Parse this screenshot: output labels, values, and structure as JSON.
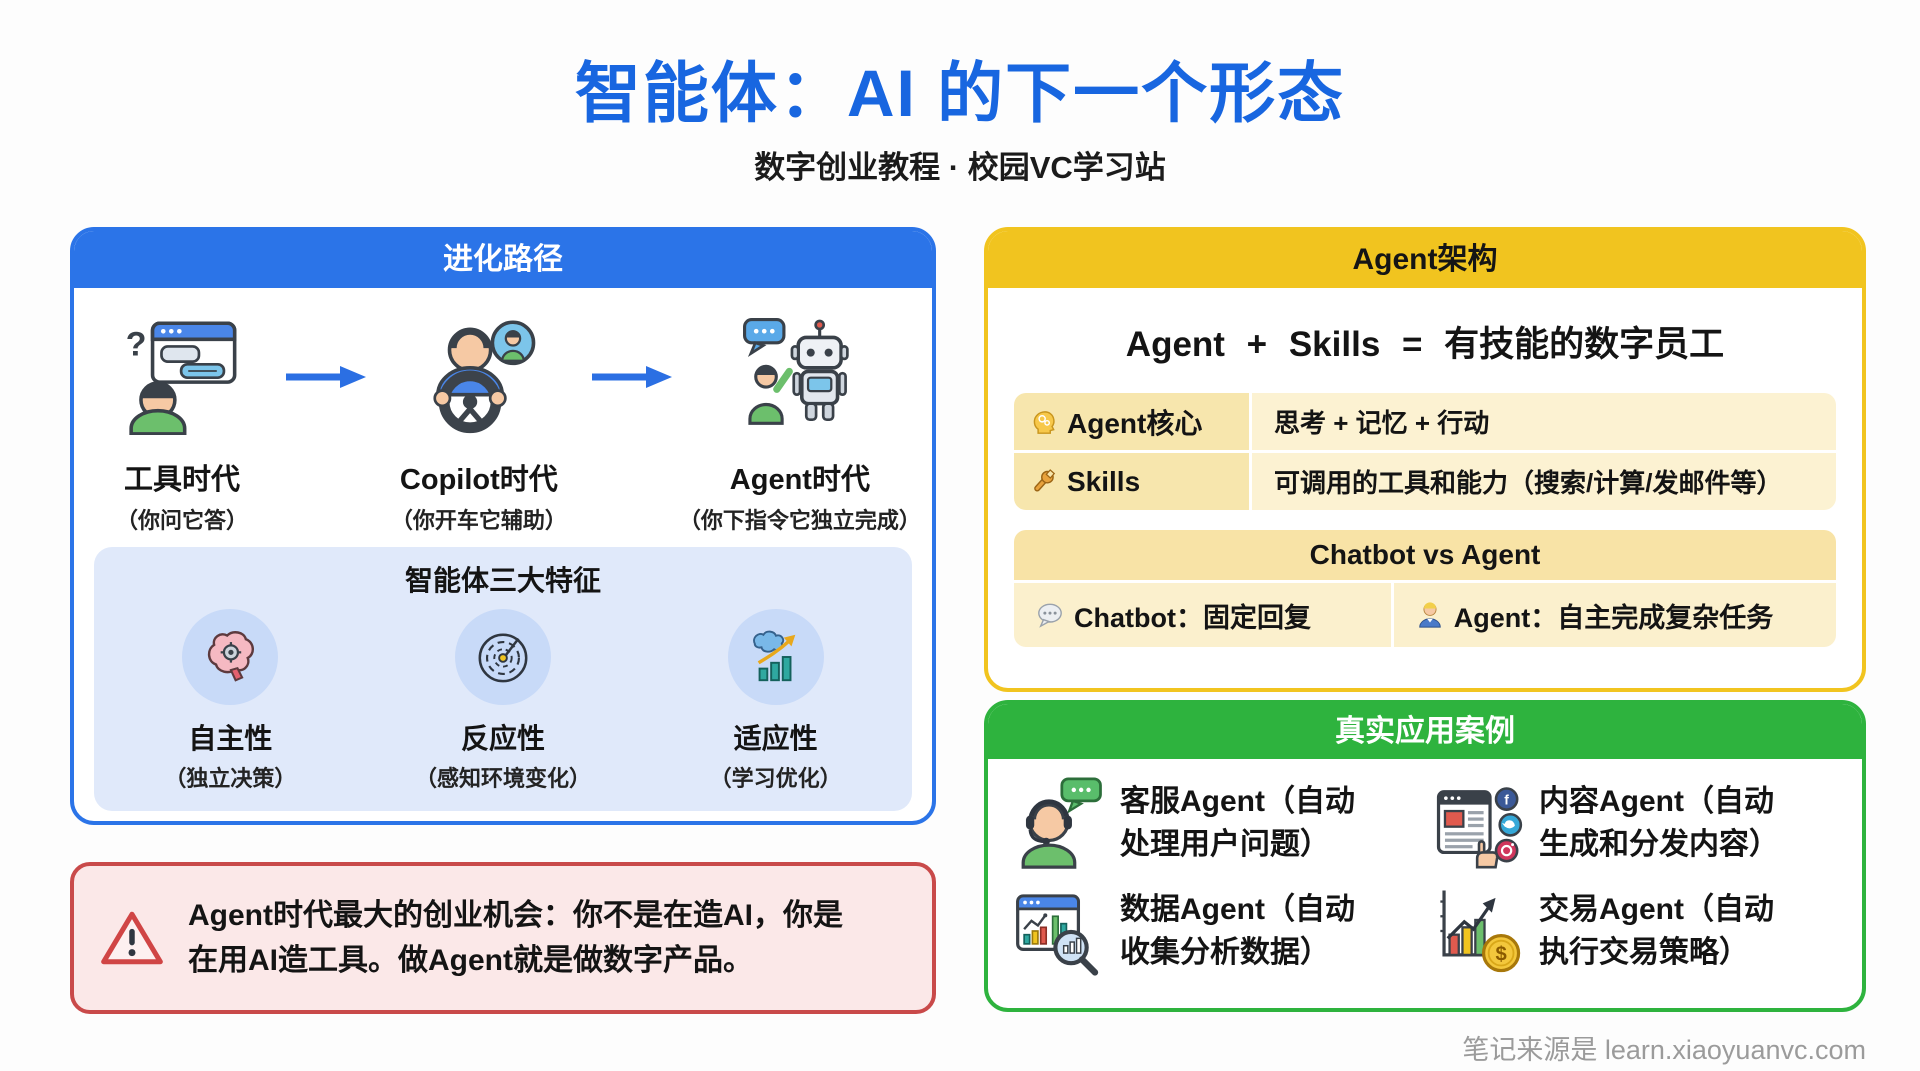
{
  "page": {
    "title": "智能体：AI 的下一个形态",
    "subtitle": "数字创业教程 · 校园VC学习站",
    "footer": "笔记来源是 learn.xiaoyuanvc.com"
  },
  "colors": {
    "title_blue": "#1866e0",
    "panel_blue": "#2b74e8",
    "panel_yellow": "#f1c41f",
    "panel_green": "#2eb33e",
    "warning_red": "#c94a4a"
  },
  "evolution": {
    "header": "进化路径",
    "stages": [
      {
        "icon": "tool-era-icon",
        "name": "工具时代",
        "desc": "（你问它答）"
      },
      {
        "icon": "copilot-era-icon",
        "name": "Copilot时代",
        "desc": "（你开车它辅助）"
      },
      {
        "icon": "agent-era-icon",
        "name": "Agent时代",
        "desc": "（你下指令它独立完成）"
      }
    ],
    "features": {
      "title": "智能体三大特征",
      "items": [
        {
          "icon": "brain-gear-icon",
          "name": "自主性",
          "desc": "（独立决策）"
        },
        {
          "icon": "radar-icon",
          "name": "反应性",
          "desc": "（感知环境变化）"
        },
        {
          "icon": "adaptive-growth-icon",
          "name": "适应性",
          "desc": "（学习优化）"
        }
      ]
    }
  },
  "opportunity": {
    "icon": "warning-triangle-icon",
    "line1": "Agent时代最大的创业机会：你不是在造AI，你是",
    "line2": "在用AI造工具。做Agent就是做数字产品。"
  },
  "architecture": {
    "header": "Agent架构",
    "formula": "Agent + Skills = 有技能的数字员工",
    "rows": [
      {
        "icon": "thinking-head-icon",
        "label": "Agent核心",
        "value": "思考 + 记忆 + 行动"
      },
      {
        "icon": "wrench-icon",
        "label": "Skills",
        "value": "可调用的工具和能力（搜索/计算/发邮件等）"
      }
    ],
    "comparison": {
      "title": "Chatbot vs Agent",
      "left": "Chatbot：固定回复",
      "right": "Agent：自主完成复杂任务"
    }
  },
  "cases": {
    "header": "真实应用案例",
    "items": [
      {
        "icon": "support-agent-icon",
        "line1": "客服Agent（自动",
        "line2": "处理用户问题）"
      },
      {
        "icon": "content-agent-icon",
        "line1": "内容Agent（自动",
        "line2": "生成和分发内容）"
      },
      {
        "icon": "data-agent-icon",
        "line1": "数据Agent（自动",
        "line2": "收集分析数据）"
      },
      {
        "icon": "trading-agent-icon",
        "line1": "交易Agent（自动",
        "line2": "执行交易策略）"
      }
    ]
  }
}
